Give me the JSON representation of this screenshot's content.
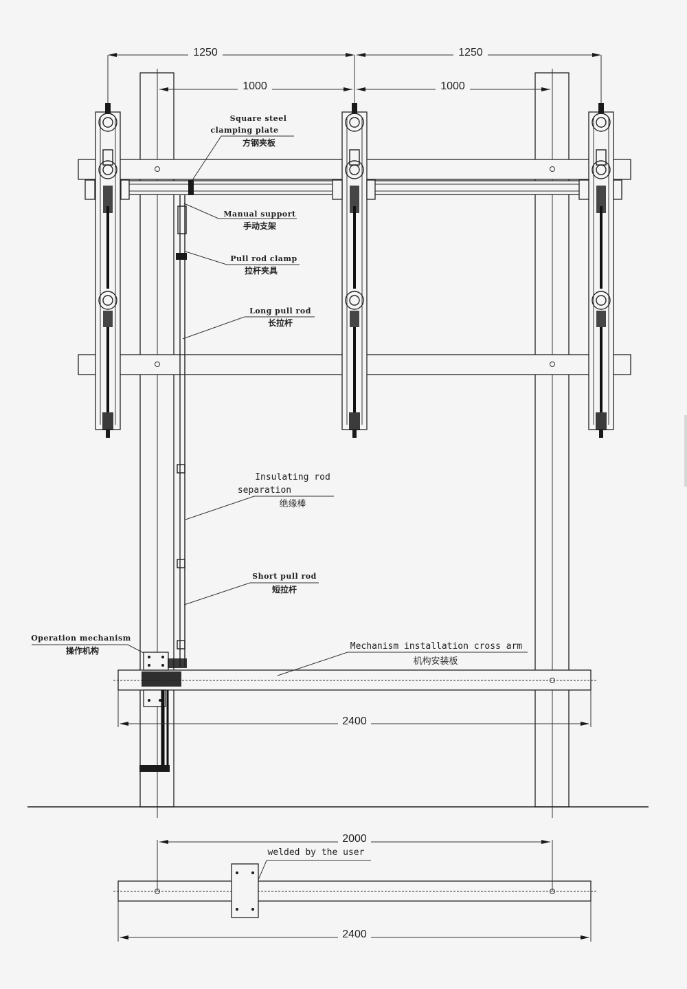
{
  "dimensions": {
    "top_left_span": "1250",
    "top_right_span": "1250",
    "inner_left_span": "1000",
    "inner_right_span": "1000",
    "cross_arm_length": "2400",
    "bottom_hole_spacing": "2000",
    "bottom_arm_length": "2400"
  },
  "labels": {
    "clamping_plate_en_1": "Square steel",
    "clamping_plate_en_2": "clamping plate",
    "clamping_plate_cn": "方钢夹板",
    "manual_support_en": "Manual support",
    "manual_support_cn": "手动支架",
    "pull_rod_clamp_en": "Pull rod clamp",
    "pull_rod_clamp_cn": "拉杆夹具",
    "long_pull_rod_en": "Long pull rod",
    "long_pull_rod_cn": "长拉杆",
    "insulating_en_1": "Insulating rod",
    "insulating_en_2": "separation",
    "insulating_cn": "绝缘棒",
    "short_pull_rod_en": "Short pull rod",
    "short_pull_rod_cn": "短拉杆",
    "operation_mechanism_en": "Operation mechanism",
    "operation_mechanism_cn": "操作机构",
    "cross_arm_en": "Mechanism installation cross arm",
    "cross_arm_cn": "机构安装板",
    "welded_note": "welded by the user"
  },
  "colors": {
    "background": "#f5f5f5",
    "line": "#222222"
  }
}
